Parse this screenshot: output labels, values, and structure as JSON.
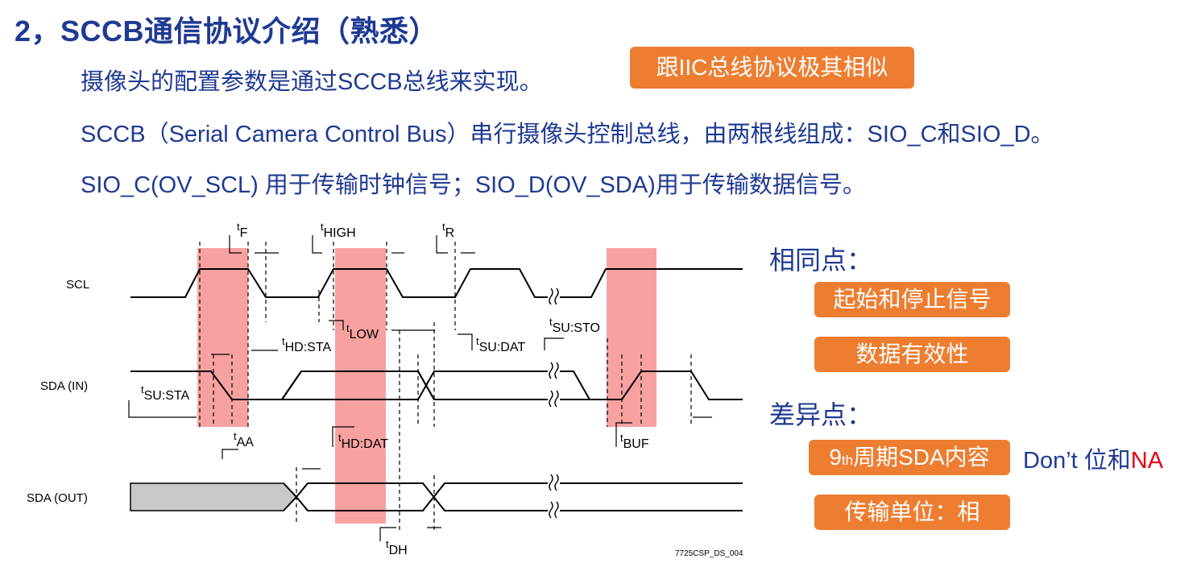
{
  "title": "2，SCCB通信协议介绍（熟悉）",
  "lines": [
    "摄像头的配置参数是通过SCCB总线来实现。",
    "SCCB（Serial Camera Control Bus）串行摄像头控制总线，由两根线组成：SIO_C和SIO_D。",
    "SIO_C(OV_SCL) 用于传输时钟信号；SIO_D(OV_SDA)用于传输数据信号。"
  ],
  "top_badge": "跟IIC总线协议极其相似",
  "same_heading": "相同点：",
  "same_items": [
    "起始和停止信号",
    "数据有效性"
  ],
  "diff_heading": "差异点：",
  "diff_item_1": {
    "base": "9",
    "subscript": "th",
    "rest": "周期SDA内容"
  },
  "diff_note": {
    "text": "Don’t 位和",
    "highlight": "NA"
  },
  "diff_item_2": "传输单位：相",
  "diagram": {
    "signals": [
      "SCL",
      "SDA (IN)",
      "SDA (OUT)"
    ],
    "timing_labels": [
      {
        "main": "t",
        "sub": "F"
      },
      {
        "main": "t",
        "sub": "HIGH"
      },
      {
        "main": "t",
        "sub": "R"
      },
      {
        "main": "t",
        "sub": "LOW"
      },
      {
        "main": "t",
        "sub": "HD:STA"
      },
      {
        "main": "t",
        "sub": "SU:DAT"
      },
      {
        "main": "t",
        "sub": "SU:STO"
      },
      {
        "main": "t",
        "sub": "SU:STA"
      },
      {
        "main": "t",
        "sub": "AA"
      },
      {
        "main": "t",
        "sub": "HD:DAT"
      },
      {
        "main": "t",
        "sub": "BUF"
      },
      {
        "main": "t",
        "sub": "DH"
      }
    ],
    "figure_id": "7725CSP_DS_004",
    "colors": {
      "highlight": "#f7a1a1",
      "waveform": "#000000",
      "shade": "#c8c8c8"
    }
  }
}
